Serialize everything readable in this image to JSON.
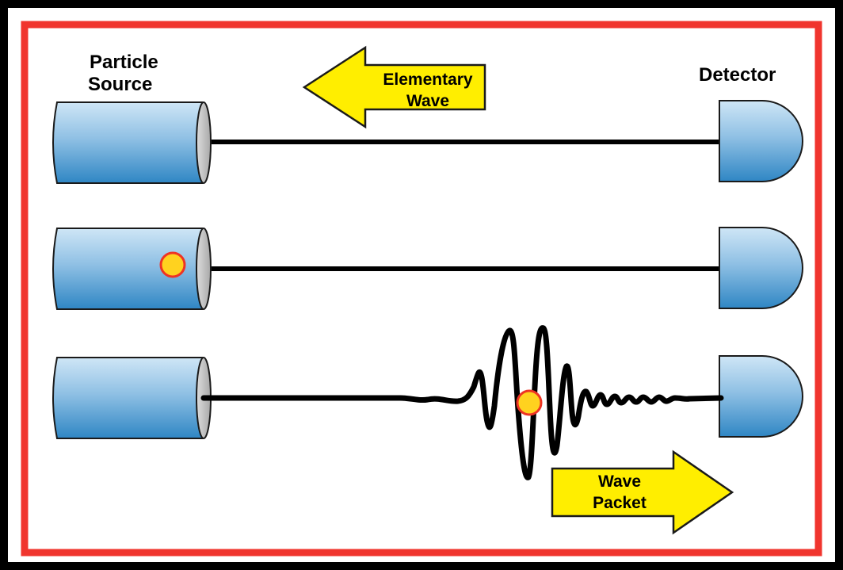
{
  "labels": {
    "source_line1": "Particle",
    "source_line2": "Source",
    "detector": "Detector",
    "elementary_line1": "Elementary",
    "elementary_line2": "Wave",
    "packet_line1": "Wave",
    "packet_line2": "Packet"
  },
  "colors": {
    "outer_border": "#000000",
    "inner_border": "#f0352e",
    "device_light": "#cfe6f6",
    "device_dark": "#2f86c4",
    "device_cap": "#c6c6c6",
    "arrow_fill": "#ffee00",
    "particle_fill": "#ffd21f",
    "particle_stroke": "#ee3324",
    "line": "#000000"
  },
  "icons": {
    "source": "cylinder-icon",
    "detector": "d-shape-icon",
    "particle": "circle-icon",
    "elementary_wave": "arrow-left-icon",
    "wave_packet": "arrow-right-icon"
  }
}
